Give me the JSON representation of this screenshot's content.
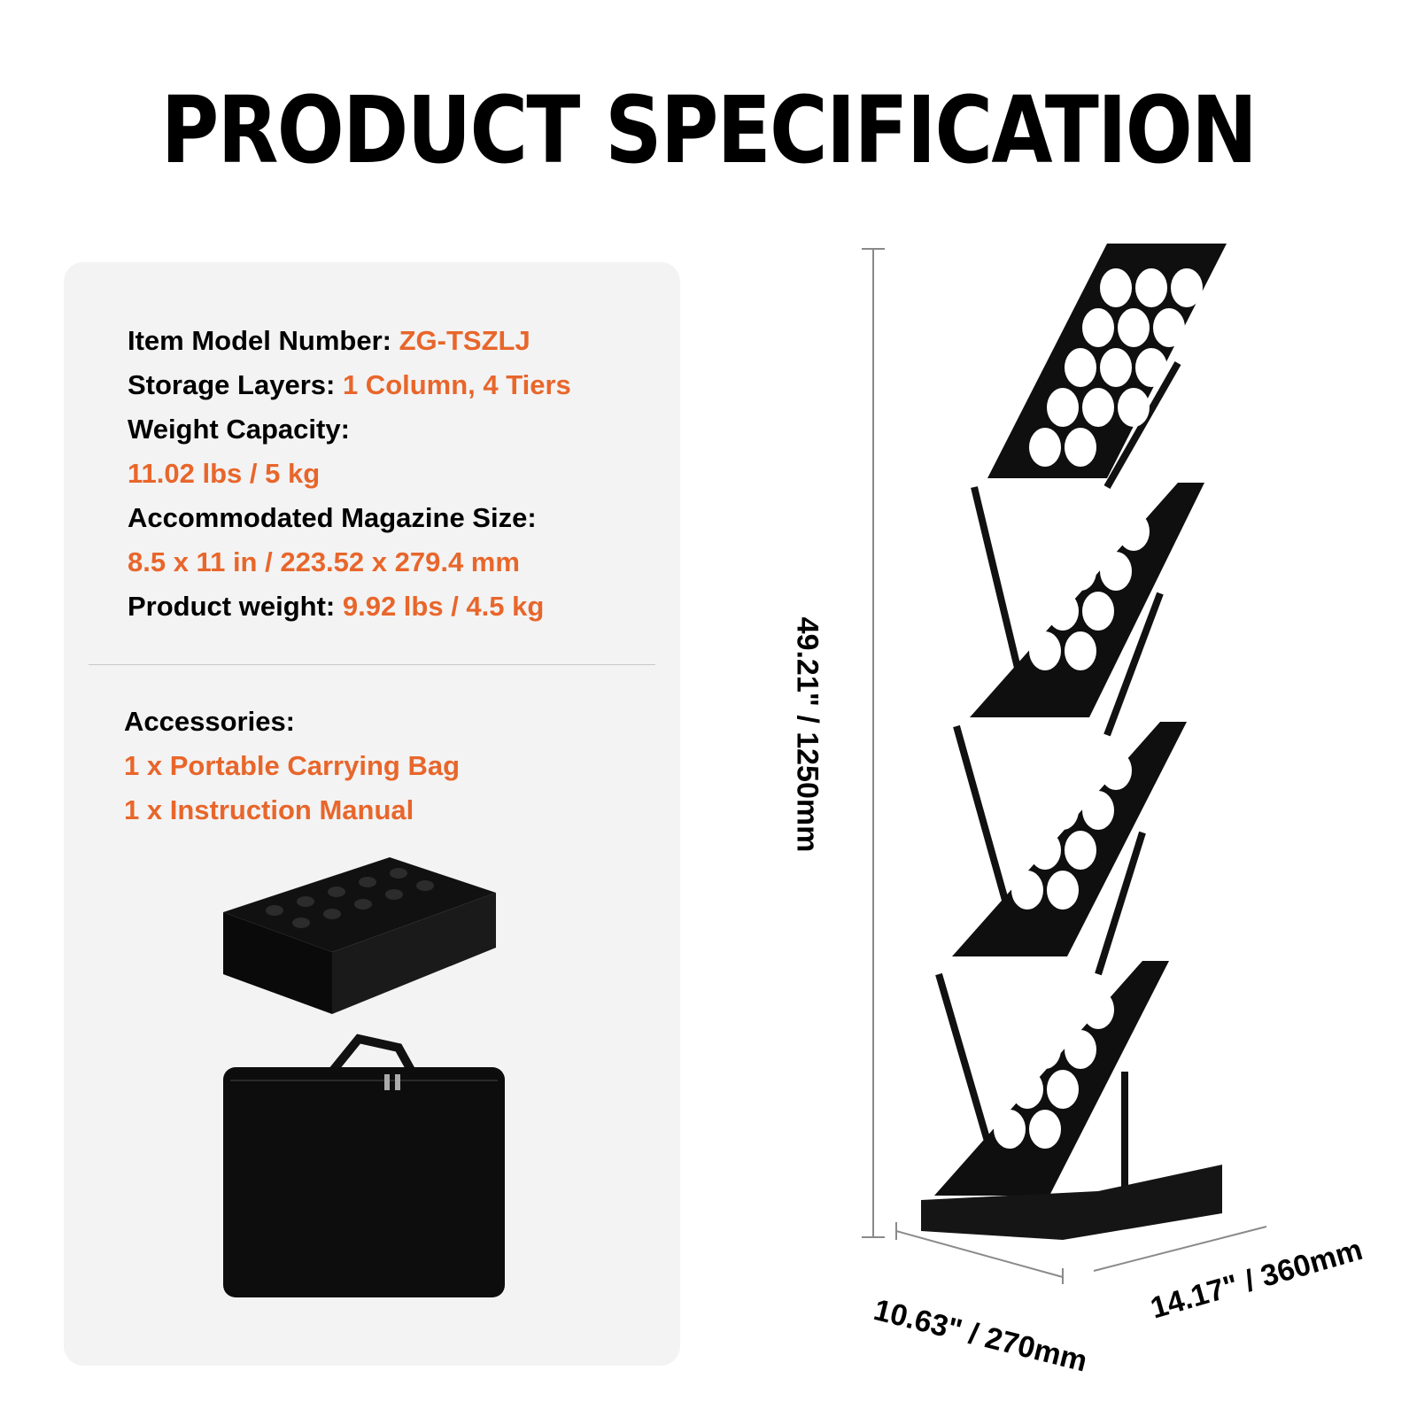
{
  "header": {
    "title": "PRODUCT SPECIFICATION"
  },
  "specs": {
    "model": {
      "label": "Item Model Number:",
      "value": "ZG-TSZLJ"
    },
    "layers": {
      "label": "Storage Layers:",
      "value": "1 Column, 4 Tiers"
    },
    "capacity": {
      "label": "Weight Capacity:",
      "value": "11.02 lbs / 5 kg"
    },
    "magazine": {
      "label": "Accommodated Magazine Size:",
      "value": "8.5 x 11 in / 223.52 x 279.4 mm"
    },
    "weight": {
      "label": "Product weight:",
      "value": "9.92 lbs / 4.5 kg"
    }
  },
  "accessories": {
    "label": "Accessories:",
    "items": [
      "1 x Portable Carrying Bag",
      "1 x Instruction Manual"
    ]
  },
  "dimensions": {
    "height": "49.21\" / 1250mm",
    "depth": "10.63\" / 270mm",
    "width": "14.17\" / 360mm"
  },
  "colors": {
    "accent": "#e8662b",
    "panel": "#f3f3f3",
    "text": "#000000"
  }
}
